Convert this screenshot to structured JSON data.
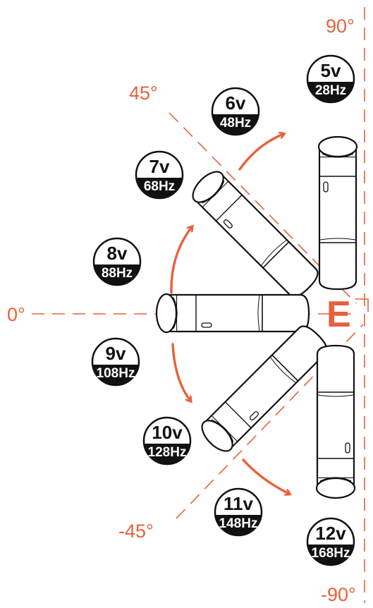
{
  "colors": {
    "accent": "#e8603c",
    "ink": "#111111",
    "paper": "#ffffff"
  },
  "angles": {
    "a90": "90°",
    "a45": "45°",
    "a0": "0°",
    "am45": "-45°",
    "am90": "-90°"
  },
  "marker": "E",
  "badges": [
    {
      "volts": "5v",
      "freq": "28Hz"
    },
    {
      "volts": "6v",
      "freq": "48Hz"
    },
    {
      "volts": "7v",
      "freq": "68Hz"
    },
    {
      "volts": "8v",
      "freq": "88Hz"
    },
    {
      "volts": "9v",
      "freq": "108Hz"
    },
    {
      "volts": "10v",
      "freq": "128Hz"
    },
    {
      "volts": "11v",
      "freq": "148Hz"
    },
    {
      "volts": "12v",
      "freq": "168Hz"
    }
  ]
}
